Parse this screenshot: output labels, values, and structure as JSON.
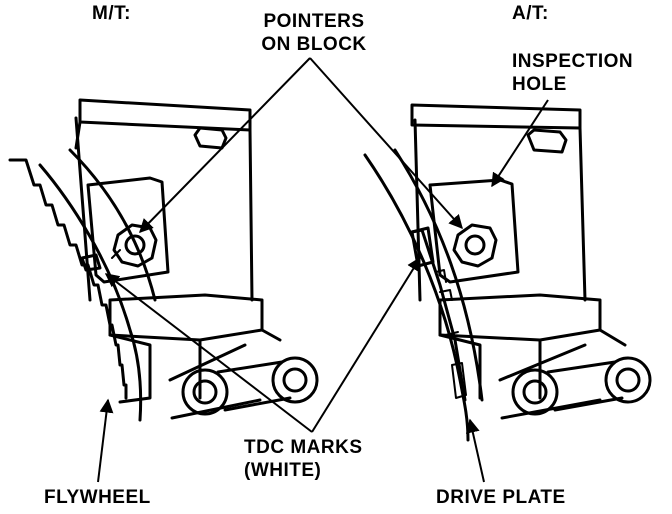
{
  "labels": {
    "mt": "M/T:",
    "at": "A/T:",
    "pointers_line1": "POINTERS",
    "pointers_line2": "ON BLOCK",
    "inspection_line1": "INSPECTION",
    "inspection_line2": "HOLE",
    "tdc_line1": "TDC MARKS",
    "tdc_line2": "(WHITE)",
    "flywheel": "FLYWHEEL",
    "drive_plate": "DRIVE PLATE"
  },
  "colors": {
    "ink": "#000000",
    "background": "#ffffff"
  }
}
